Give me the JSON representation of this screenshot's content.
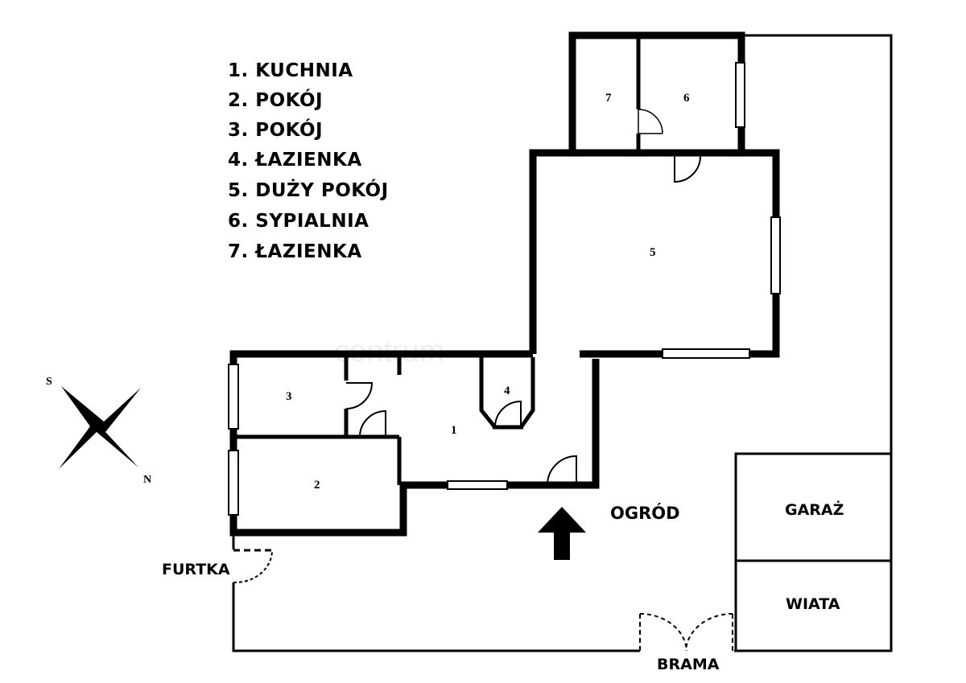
{
  "legend": [
    "1. KUCHNIA",
    "2. POKÓJ",
    "3. POKÓJ",
    "4. ŁAZIENKA",
    "5. DUŻY POKÓJ",
    "6. SYPIALNIA",
    "7. ŁAZIENKA"
  ],
  "rooms": {
    "r1": "1",
    "r2": "2",
    "r3": "3",
    "r4": "4",
    "r5": "5",
    "r6": "6",
    "r7": "7"
  },
  "labels": {
    "garden": "OGRÓD",
    "garage": "GARAŻ",
    "carport": "WIATA",
    "gate": "BRAMA",
    "wicket": "FURTKA"
  },
  "compass": {
    "south": "S",
    "north": "N"
  },
  "watermark": "centrum",
  "colors": {
    "ink": "#000000",
    "paper": "#ffffff"
  }
}
